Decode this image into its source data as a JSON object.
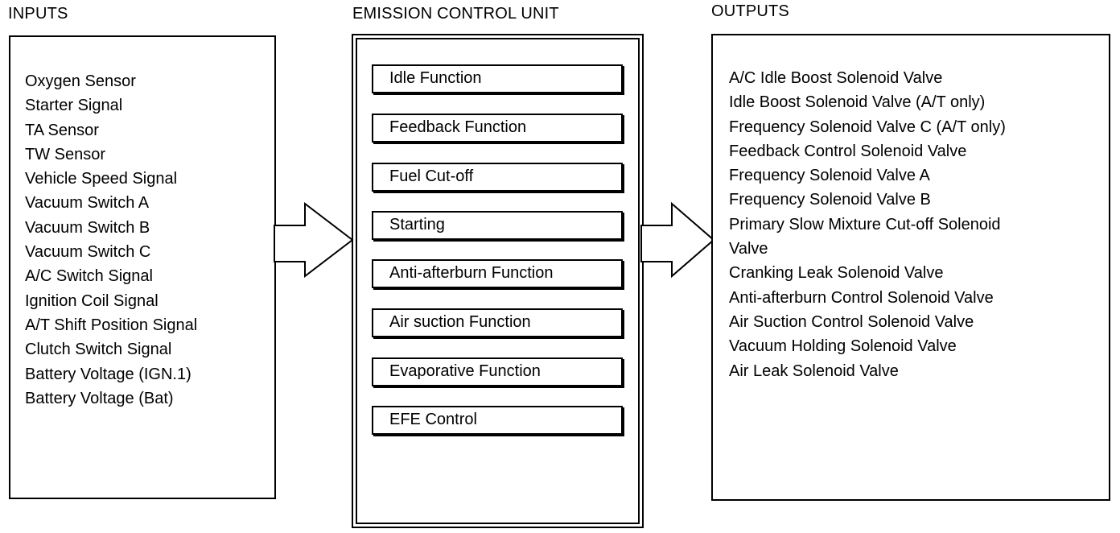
{
  "inputs": {
    "heading": "INPUTS",
    "items": [
      "Oxygen Sensor",
      "Starter Signal",
      "TA Sensor",
      "TW Sensor",
      "Vehicle Speed Signal",
      "Vacuum Switch A",
      "Vacuum Switch B",
      "Vacuum Switch C",
      "A/C Switch Signal",
      "Ignition Coil Signal",
      "A/T Shift Position Signal",
      "Clutch Switch Signal",
      "Battery Voltage (IGN.1)",
      "Battery Voltage (Bat)"
    ]
  },
  "ecu": {
    "heading": "EMISSION CONTROL UNIT",
    "functions": [
      "Idle Function",
      "Feedback Function",
      "Fuel Cut-off",
      "Starting",
      "Anti-afterburn Function",
      "Air suction Function",
      "Evaporative Function",
      "EFE Control"
    ]
  },
  "outputs": {
    "heading": "OUTPUTS",
    "items": [
      "A/C Idle Boost Solenoid Valve",
      "Idle Boost Solenoid Valve (A/T only)",
      "Frequency Solenoid Valve C (A/T only)",
      "Feedback Control Solenoid Valve",
      "Frequency Solenoid Valve A",
      "Frequency Solenoid Valve B",
      "Primary Slow Mixture Cut-off Solenoid",
      "Valve",
      "Cranking Leak Solenoid Valve",
      "Anti-afterburn Control Solenoid Valve",
      "Air Suction Control Solenoid Valve",
      "Vacuum Holding Solenoid Valve",
      "Air Leak Solenoid Valve"
    ]
  }
}
